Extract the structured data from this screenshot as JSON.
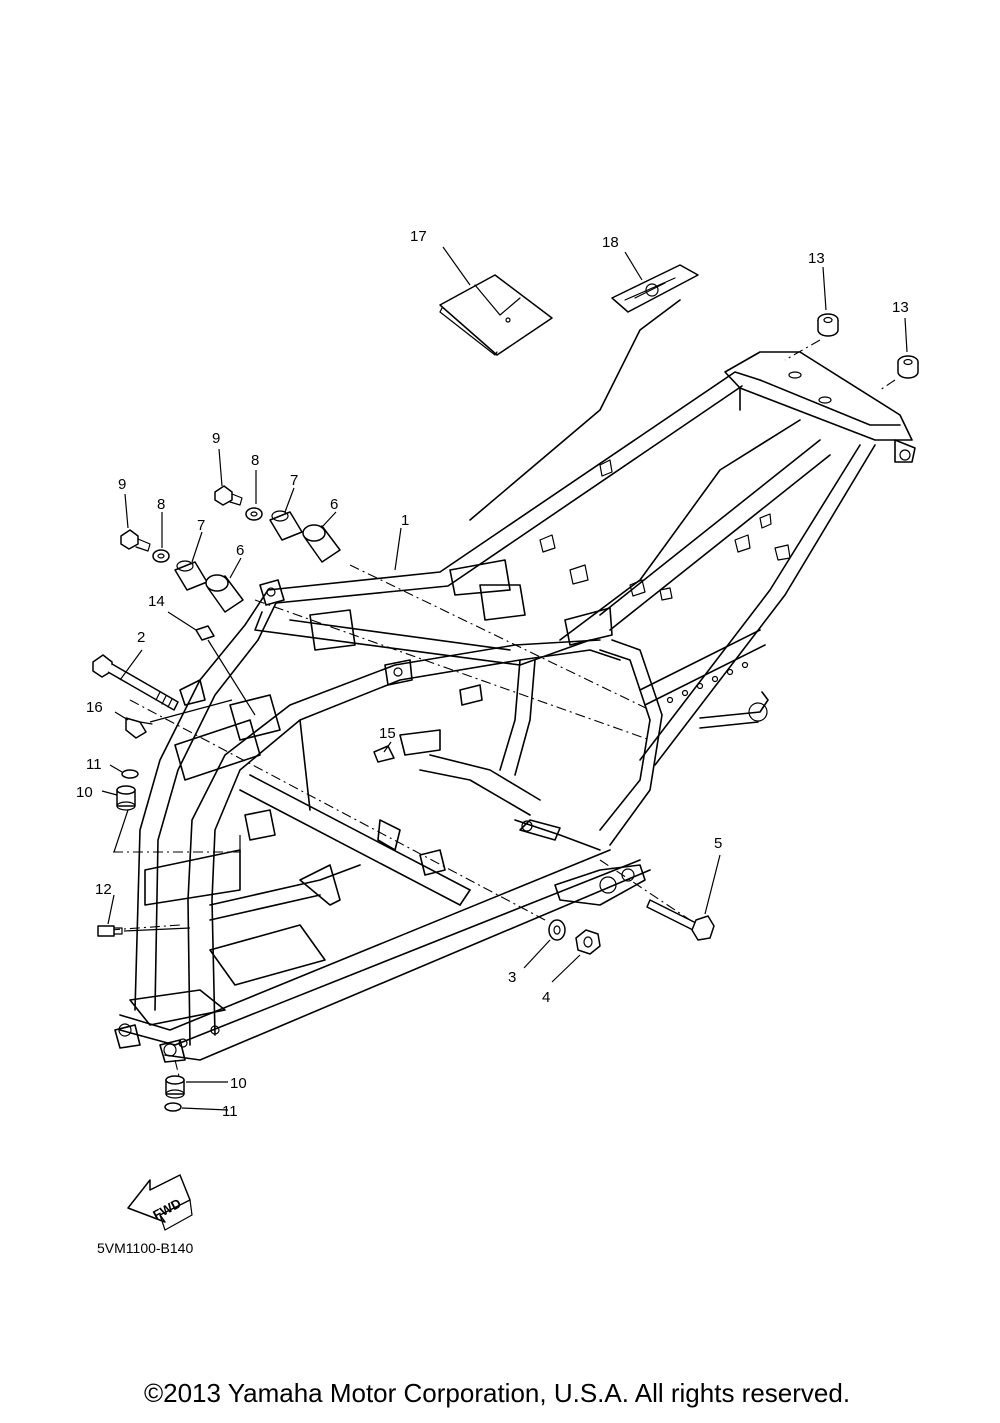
{
  "diagram": {
    "callouts": [
      "1",
      "2",
      "3",
      "4",
      "5",
      "6",
      "6",
      "7",
      "7",
      "8",
      "8",
      "9",
      "9",
      "10",
      "10",
      "11",
      "11",
      "12",
      "13",
      "13",
      "14",
      "15",
      "16",
      "17",
      "18"
    ],
    "fwd_label": "FWD",
    "diagram_code": "5VM1100-B140",
    "copyright": "©2013 Yamaha Motor Corporation, U.S.A. All rights reserved."
  }
}
